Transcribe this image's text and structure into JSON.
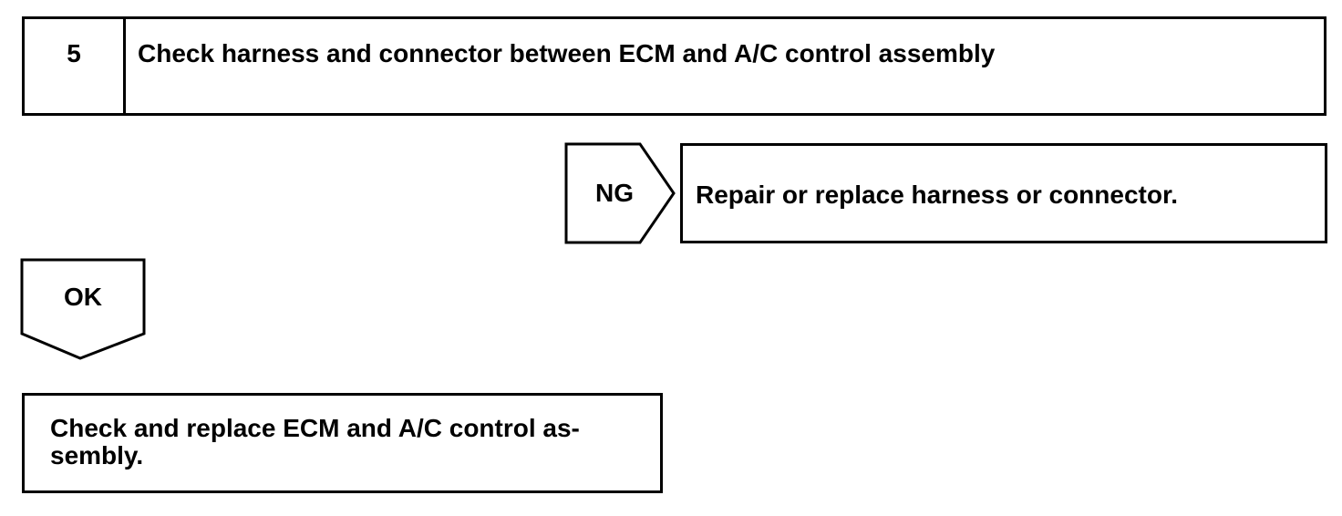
{
  "step": {
    "number": "5",
    "title": "Check harness and connector between ECM and A/C control assembly"
  },
  "ng_branch": {
    "label": "NG",
    "result": "Repair or replace harness or connector."
  },
  "ok_branch": {
    "label": "OK"
  },
  "final_step": {
    "text": "Check and replace ECM and A/C control as- sembly."
  }
}
